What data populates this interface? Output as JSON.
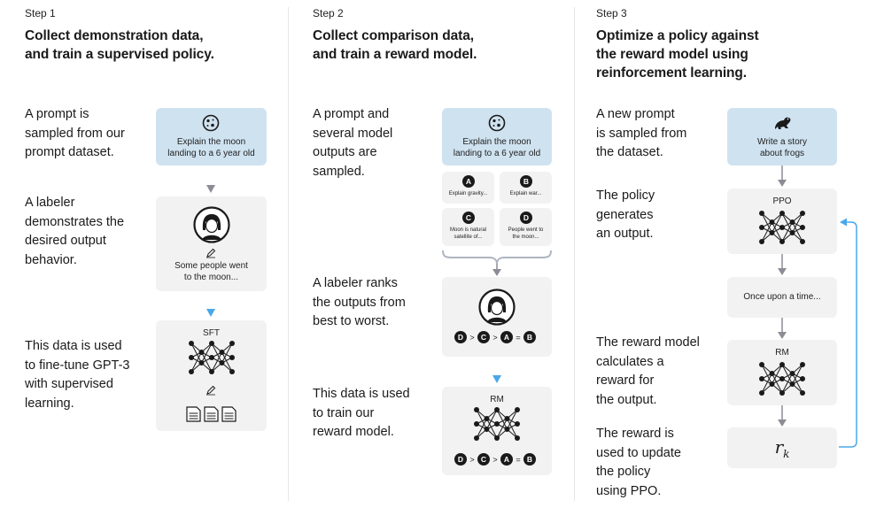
{
  "col1": {
    "step": "Step 1",
    "heading_line1": "Collect demonstration data,",
    "heading_line2": "and train a supervised policy.",
    "desc1": [
      "A prompt is",
      "sampled from our",
      "prompt dataset."
    ],
    "desc2": [
      "A labeler",
      "demonstrates the",
      "desired output",
      "behavior."
    ],
    "desc3": [
      "This data is used",
      "to fine-tune GPT-3",
      "with supervised",
      "learning."
    ],
    "prompt_box": [
      "Explain the moon",
      "landing to a 6 year old"
    ],
    "demo_text": [
      "Some people went",
      "to the moon..."
    ],
    "model_label": "SFT"
  },
  "col2": {
    "step": "Step 2",
    "heading_line1": "Collect comparison data,",
    "heading_line2": "and train a reward model.",
    "desc1": [
      "A prompt and",
      "several model",
      "outputs are",
      "sampled."
    ],
    "desc2": [
      "A labeler ranks",
      "the outputs from",
      "best to worst."
    ],
    "desc3": [
      "This data is used",
      "to train our",
      "reward model."
    ],
    "prompt_box": [
      "Explain the moon",
      "landing to a 6 year old"
    ],
    "outputs": [
      {
        "letter": "A",
        "text": [
          "Explain gravity..."
        ]
      },
      {
        "letter": "B",
        "text": [
          "Explain war..."
        ]
      },
      {
        "letter": "C",
        "text": [
          "Moon is natural",
          "satellite of..."
        ]
      },
      {
        "letter": "D",
        "text": [
          "People went to",
          "the moon..."
        ]
      }
    ],
    "ranking": [
      "D",
      ">",
      "C",
      ">",
      "A",
      "=",
      "B"
    ],
    "model_label": "RM"
  },
  "col3": {
    "step": "Step 3",
    "heading_line1": "Optimize a policy against",
    "heading_line2": "the reward model using",
    "heading_line3": "reinforcement learning.",
    "desc1": [
      "A new prompt",
      "is sampled from",
      "the dataset."
    ],
    "desc2": [
      "The policy",
      "generates",
      "an output."
    ],
    "desc3": [
      "The reward model",
      "calculates a",
      "reward for",
      "the output."
    ],
    "desc4": [
      "The reward is",
      "used to update",
      "the policy",
      "using PPO."
    ],
    "prompt_box": [
      "Write a story",
      "about frogs"
    ],
    "policy_label": "PPO",
    "output_text": "Once upon a time...",
    "rm_label": "RM",
    "reward_symbol": "r",
    "reward_subscript": "k"
  },
  "colors": {
    "prompt_box": "#cfe2f0",
    "card": "#f2f2f2",
    "arrow_gray": "#8c8c96",
    "arrow_blue": "#4aa8e8",
    "node": "#1a1a1a"
  }
}
